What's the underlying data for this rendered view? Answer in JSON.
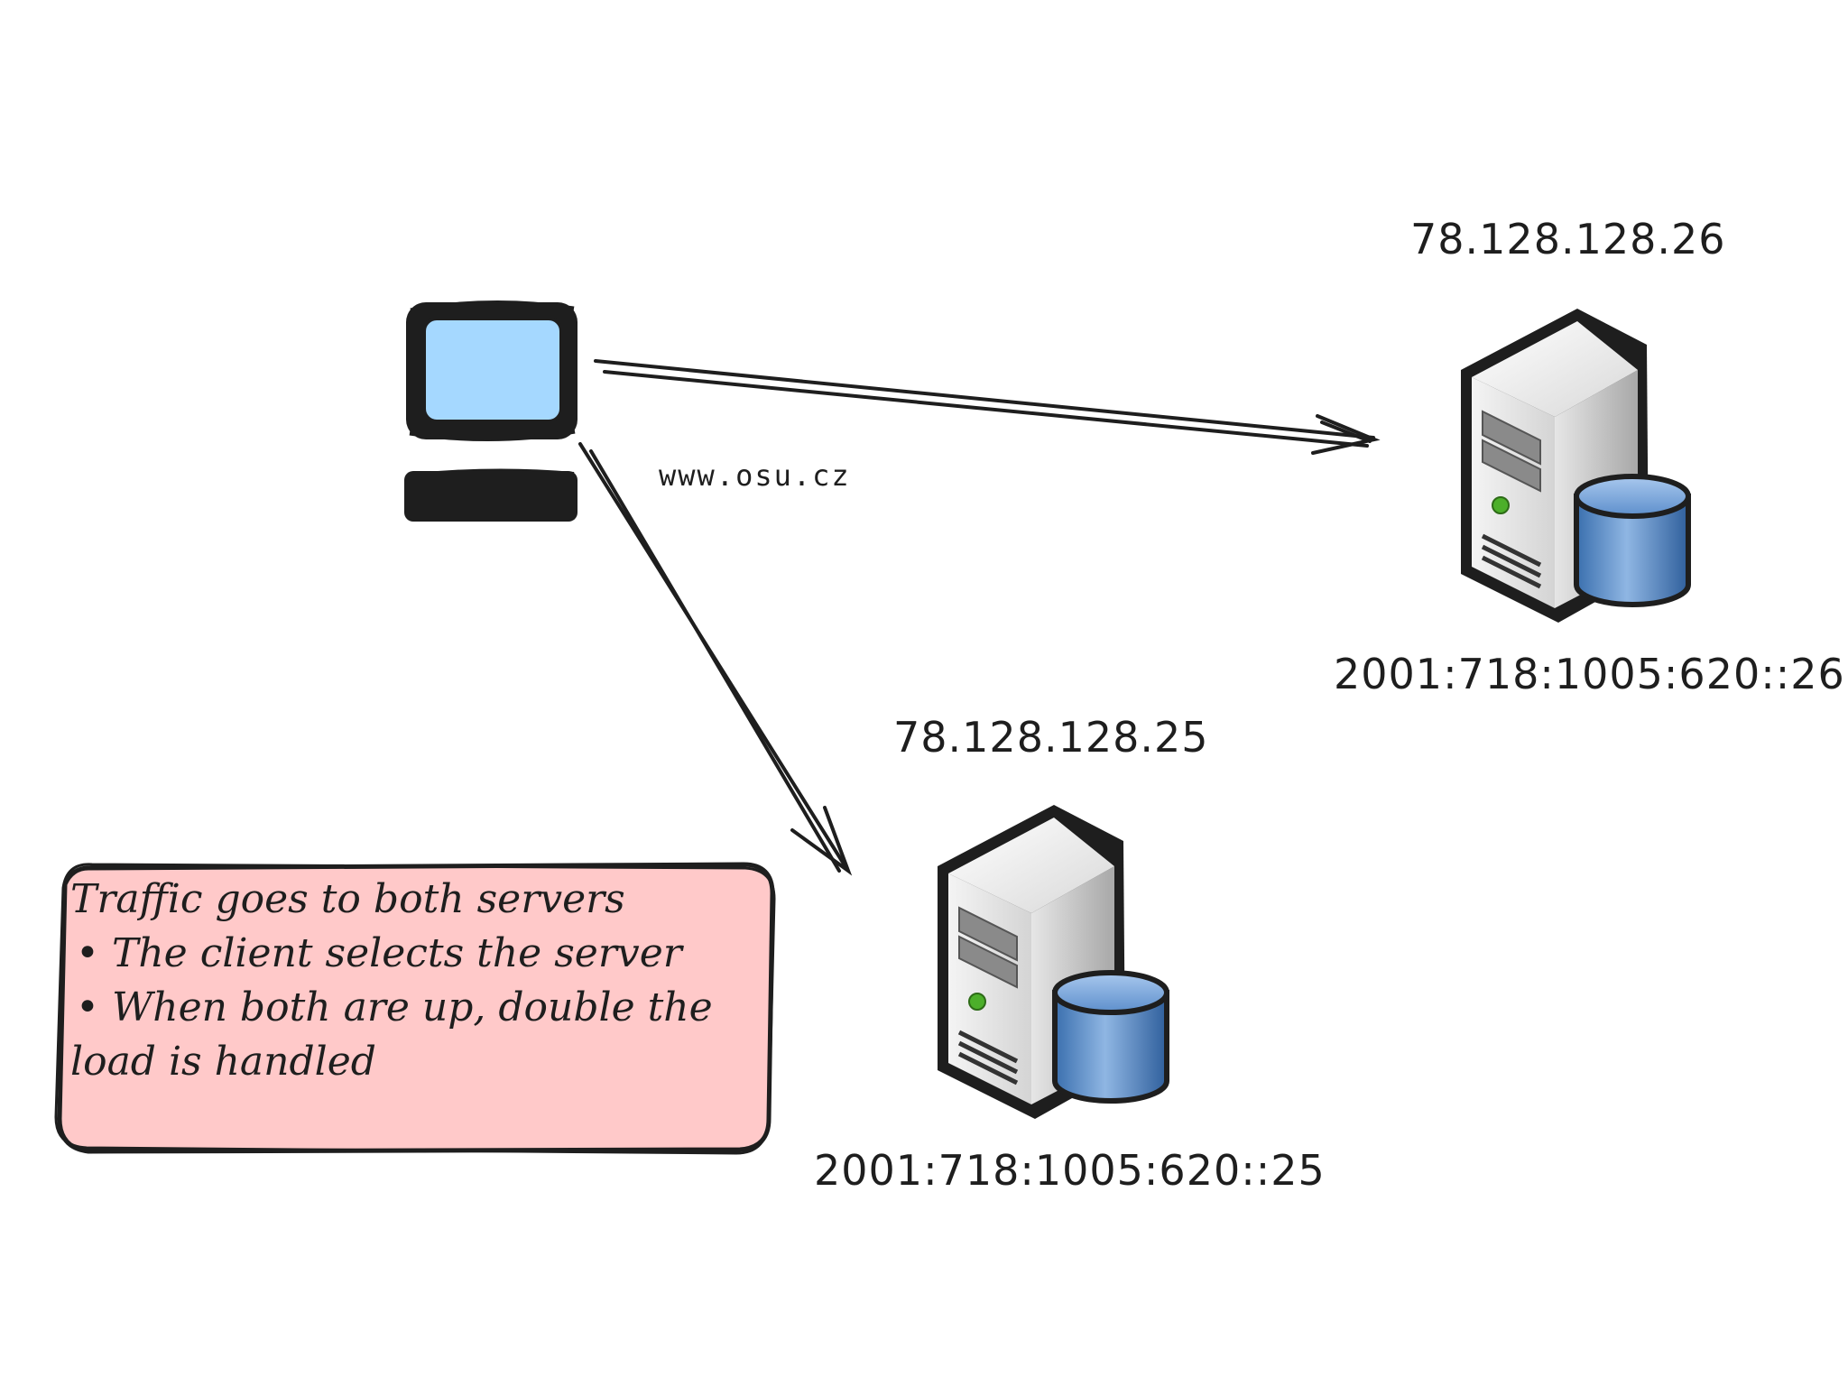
{
  "client": {
    "hostname": "www.osu.cz",
    "screen_color": "#a5d8ff"
  },
  "servers": [
    {
      "ipv4": "78.128.128.26",
      "ipv6": "2001:718:1005:620::26"
    },
    {
      "ipv4": "78.128.128.25",
      "ipv6": "2001:718:1005:620::25"
    }
  ],
  "note": {
    "title": "Traffic goes to both servers",
    "bullets": [
      "The client selects the server",
      "When both are up, double the"
    ],
    "continuation": "load is handled",
    "fill_color": "#ffc9c9"
  },
  "colors": {
    "stroke": "#1e1e1e",
    "db_blue": "#4a86c8"
  }
}
